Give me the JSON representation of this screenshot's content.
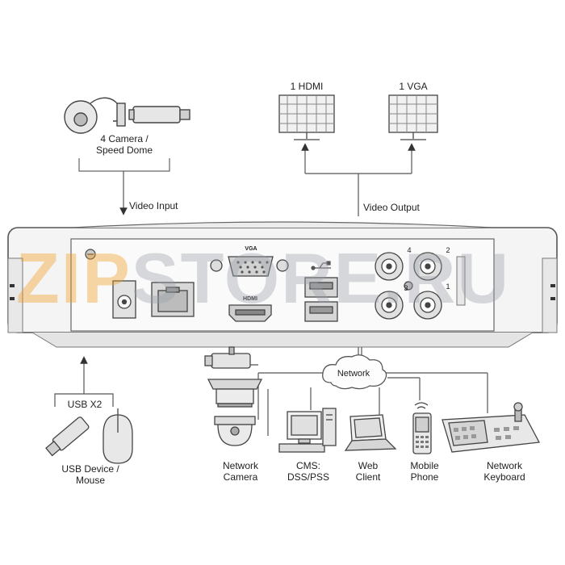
{
  "inputs": {
    "camera_label": "4 Camera /\nSpeed Dome",
    "video_input": "Video Input"
  },
  "outputs": {
    "hdmi": "1 HDMI",
    "vga": "1 VGA",
    "video_output": "Video Output"
  },
  "rear_panel": {
    "vga_port": "VGA",
    "hdmi_port": "HDMI",
    "bnc_numbers": [
      "4",
      "3",
      "2",
      "1"
    ]
  },
  "usb": {
    "title": "USB X2",
    "device_label": "USB Device /\nMouse"
  },
  "network": {
    "cloud": "Network",
    "devices": [
      {
        "label": "Network\nCamera"
      },
      {
        "label": "CMS:\nDSS/PSS"
      },
      {
        "label": "Web\nClient"
      },
      {
        "label": "Mobile\nPhone"
      },
      {
        "label": "Network\nKeyboard"
      }
    ]
  },
  "watermark": {
    "part1": "ZIP",
    "part2": "STORE.RU"
  }
}
